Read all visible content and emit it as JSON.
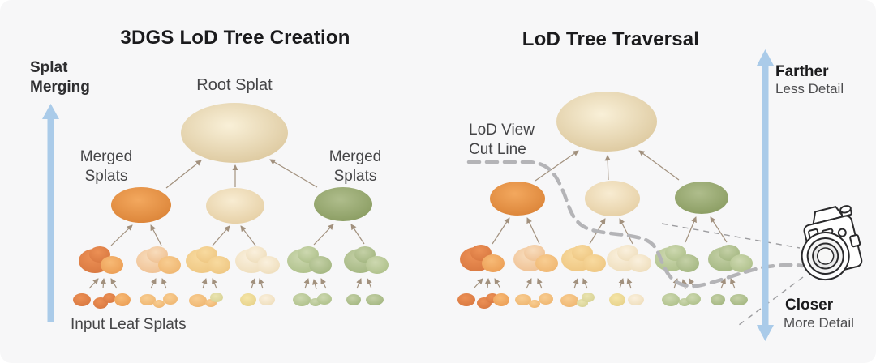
{
  "left": {
    "title": "3DGS LoD Tree Creation",
    "merge_label_1": "Splat",
    "merge_label_2": "Merging",
    "root_label": "Root Splat",
    "merged_left_1": "Merged",
    "merged_left_2": "Splats",
    "merged_right_1": "Merged",
    "merged_right_2": "Splats",
    "leaf_label": "Input Leaf Splats"
  },
  "right": {
    "title": "LoD Tree Traversal",
    "cut_label_1": "LoD View",
    "cut_label_2": "Cut Line",
    "farther_label": "Farther",
    "farther_sub": "Less Detail",
    "closer_label": "Closer",
    "closer_sub": "More Detail"
  },
  "icons": {
    "camera": "camera-icon",
    "merge_axis": "arrow-up-icon",
    "distance_axis": "arrow-vertical-double-icon"
  },
  "colors": {
    "canvas_bg": "#f7f7f8",
    "divider_top": "#98989b",
    "divider_bottom": "#d9d9db",
    "text_dark": "#1b1b1d",
    "text_mid": "#2e2e30",
    "text_gray": "#454547",
    "text_soft": "#4e4e50",
    "blue_arrow": "#aacbe9",
    "tree_arrow": "#a2917e",
    "cut_line": "#b4b4b7",
    "thin_dash": "#9c9c9f",
    "camera_stroke": "#2a2a2c",
    "root_hi": "#f9f0d8",
    "root_lo": "#d8c295",
    "orange_hi": "#f3a85e",
    "orange_lo": "#d87f33",
    "beige_hi": "#f8ecd2",
    "beige_lo": "#e3cb9e",
    "green_hi": "#afbd8c",
    "green_lo": "#85985c",
    "cl_orange_hi": "#ec9055",
    "cl_orange_lo": "#d6753e",
    "cl_orange2_hi": "#f7ba76",
    "cl_orange2_lo": "#ea9a50",
    "peach_hi": "#f8dcbc",
    "peach_lo": "#eebd8d",
    "peach2_hi": "#f8cd92",
    "peach2_lo": "#eeb36c",
    "yellow_hi": "#f8da9f",
    "yellow_lo": "#edc47e",
    "cream_hi": "#faf0dd",
    "cream_lo": "#eddbb7",
    "pyellow_hi": "#f5e5a8",
    "pyellow_lo": "#e5cf85",
    "ygreen_hi": "#eae4b0",
    "ygreen_lo": "#d5d092",
    "greenl_hi": "#cdd8b0",
    "greenl_lo": "#aabd85",
    "greenl2_hi": "#c4d0a6",
    "greenl2_lo": "#9fb37c"
  }
}
